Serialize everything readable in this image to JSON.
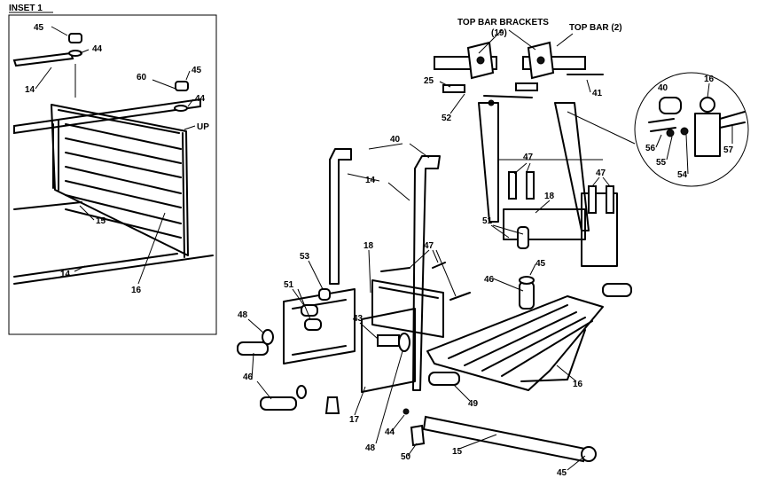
{
  "inset": {
    "title": "INSET 1",
    "labels": {
      "l45a": "45",
      "l44a": "44",
      "l14a": "14",
      "l60": "60",
      "l45b": "45",
      "l44b": "44",
      "lup": "UP",
      "l15": "15",
      "l16": "16",
      "l14b": "14"
    }
  },
  "main": {
    "top_bar_brackets": "TOP BAR BRACKETS",
    "top_bar_brackets_qty": "(19)",
    "top_bar": "TOP BAR (2)",
    "labels": {
      "l25": "25",
      "l52": "52",
      "l41": "41",
      "l40a": "40",
      "l14": "14",
      "l47a": "47",
      "l18a": "18",
      "l51a": "51",
      "l45c": "45",
      "l46a": "46",
      "l47b": "47",
      "l18b": "18",
      "l47c": "47",
      "l53": "53",
      "l51b": "51",
      "l48a": "48",
      "l43": "43",
      "l46b": "46",
      "l17": "17",
      "l48b": "48",
      "l44c": "44",
      "l50": "50",
      "l49": "49",
      "l15": "15",
      "l16": "16",
      "l45d": "45"
    }
  },
  "detail": {
    "labels": {
      "l40": "40",
      "l16": "16",
      "l56": "56",
      "l55": "55",
      "l54": "54",
      "l57": "57"
    }
  }
}
